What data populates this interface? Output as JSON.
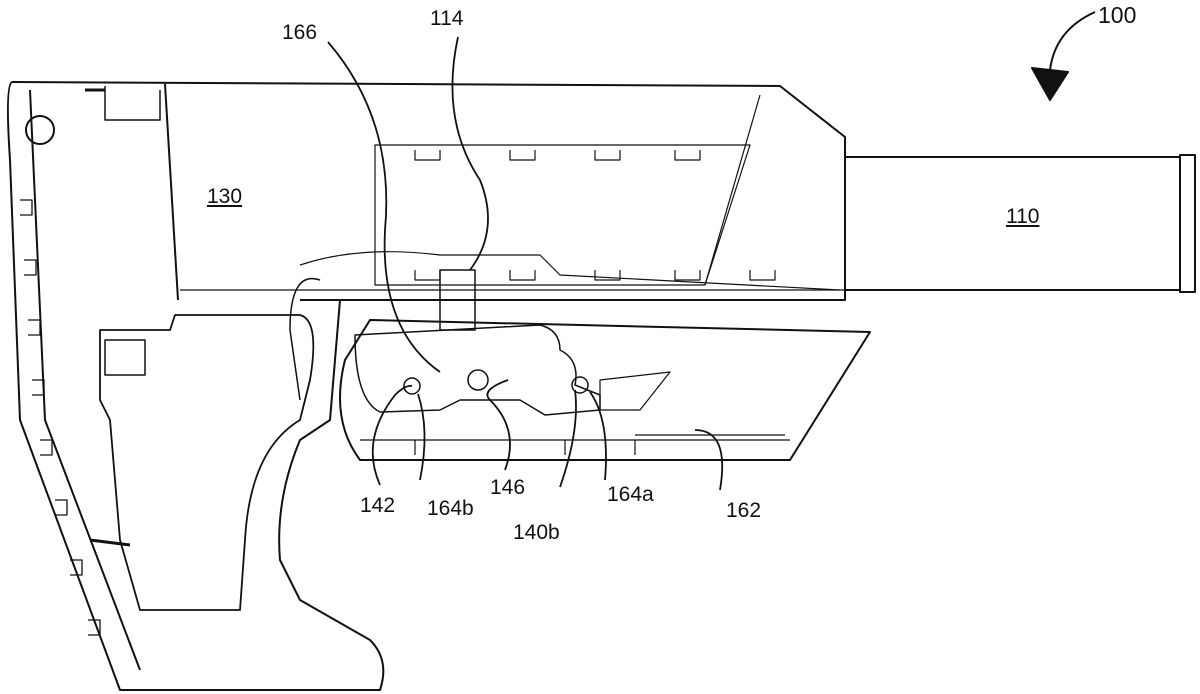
{
  "figure": {
    "reference_numeral": "100",
    "labels": {
      "l110": "110",
      "l114": "114",
      "l130": "130",
      "l140b": "140b",
      "l142": "142",
      "l146": "146",
      "l162": "162",
      "l164a": "164a",
      "l164b": "164b",
      "l166": "166"
    }
  }
}
